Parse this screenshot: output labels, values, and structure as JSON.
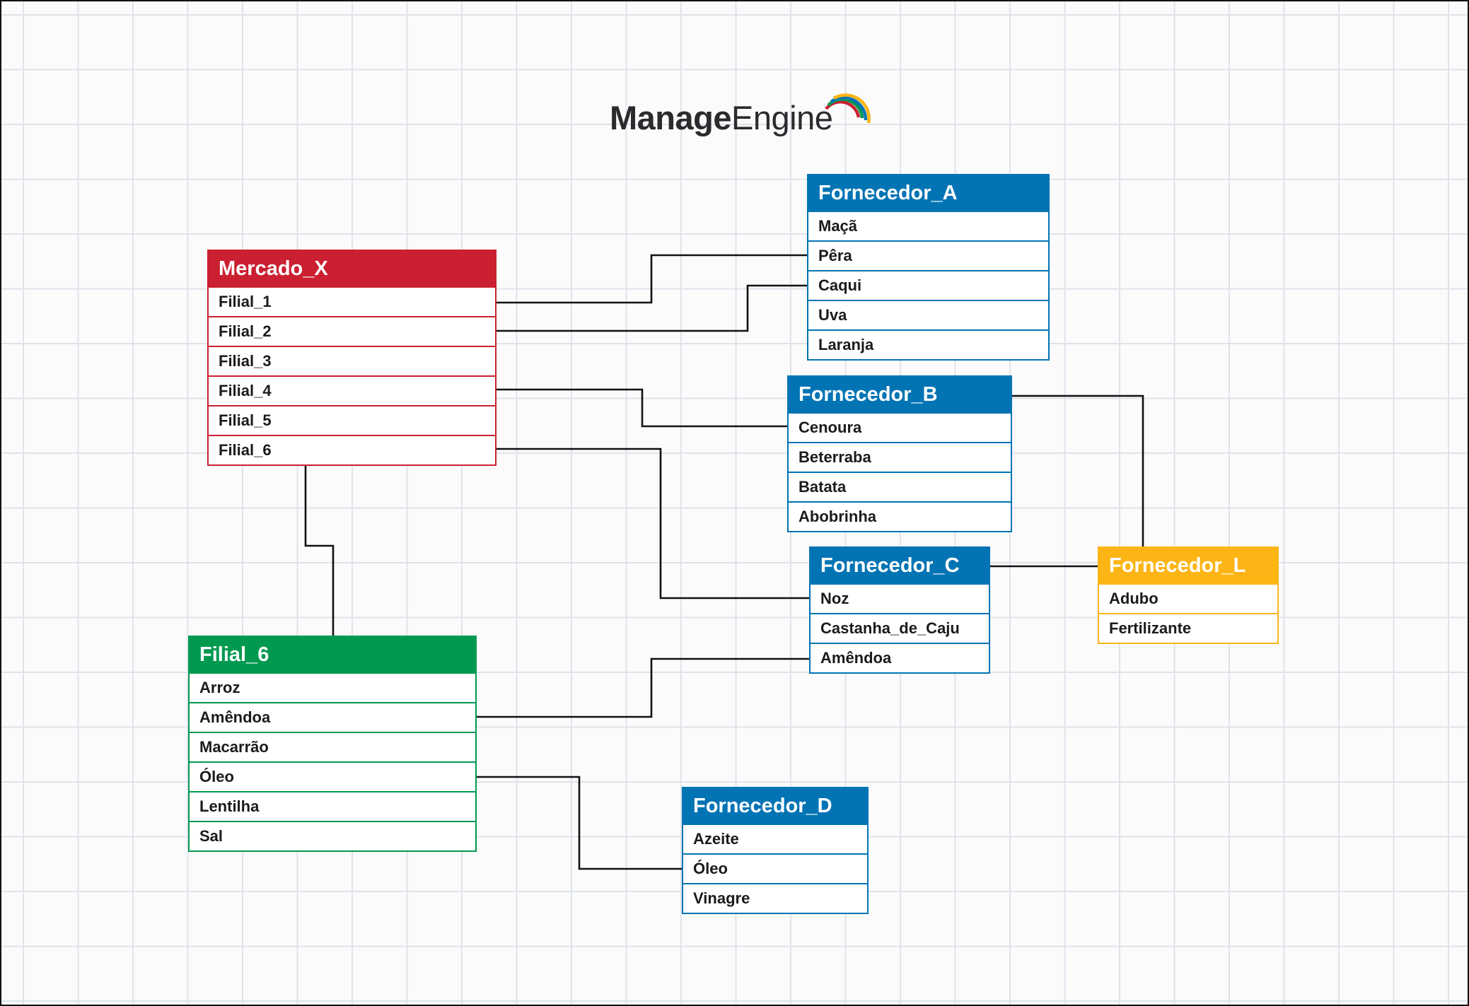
{
  "logo": {
    "text_bold": "Manage",
    "text_light": "Engine"
  },
  "colors": {
    "red": "#cb2031",
    "blue": "#0274b4",
    "green": "#00994f",
    "yellow": "#fdb515"
  },
  "tables": {
    "mercado_x": {
      "title": "Mercado_X",
      "rows": [
        "Filial_1",
        "Filial_2",
        "Filial_3",
        "Filial_4",
        "Filial_5",
        "Filial_6"
      ]
    },
    "fornecedor_a": {
      "title": "Fornecedor_A",
      "rows": [
        "Maçã",
        "Pêra",
        "Caqui",
        "Uva",
        "Laranja"
      ]
    },
    "fornecedor_b": {
      "title": "Fornecedor_B",
      "rows": [
        "Cenoura",
        "Beterraba",
        "Batata",
        "Abobrinha"
      ]
    },
    "fornecedor_c": {
      "title": "Fornecedor_C",
      "rows": [
        "Noz",
        "Castanha_de_Caju",
        "Amêndoa"
      ]
    },
    "fornecedor_l": {
      "title": "Fornecedor_L",
      "rows": [
        "Adubo",
        "Fertilizante"
      ]
    },
    "filial_6": {
      "title": "Filial_6",
      "rows": [
        "Arroz",
        "Amêndoa",
        "Macarrão",
        "Óleo",
        "Lentilha",
        "Sal"
      ]
    },
    "fornecedor_d": {
      "title": "Fornecedor_D",
      "rows": [
        "Azeite",
        "Óleo",
        "Vinagre"
      ]
    }
  }
}
